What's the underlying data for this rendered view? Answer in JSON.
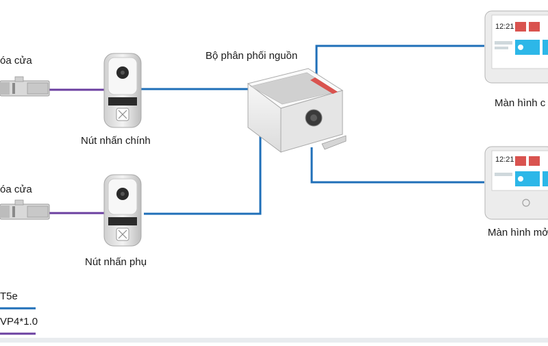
{
  "labels": {
    "lock_top": "óa cửa",
    "lock_bottom": "óa cửa",
    "main_button": "Nút nhấn chính",
    "sub_button": "Nút nhấn phụ",
    "distributor": "Bộ phân phối nguồn",
    "monitor_main": "Màn hình c",
    "monitor_sub": "Màn hình mở"
  },
  "legend": {
    "cat5e": "T5e",
    "rvv": "VP4*1.0"
  },
  "monitor_screen": {
    "time": "12:21"
  },
  "colors": {
    "cable_blue": "#1f6fb8",
    "cable_purple": "#6b3fa0",
    "device_grey": "#e8e8e8",
    "accent_red": "#d9534f",
    "accent_cyan": "#2db7e8"
  }
}
